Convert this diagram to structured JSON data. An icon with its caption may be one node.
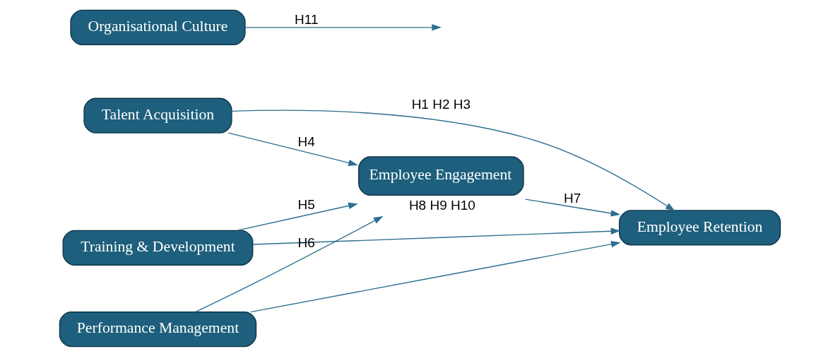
{
  "diagram": {
    "nodes": [
      {
        "text": [
          "Talent Acquisition"
        ]
      },
      {
        "text": [
          "Training & Development"
        ]
      },
      {
        "text": [
          "Performance Management"
        ]
      },
      {
        "text": [
          "Employee Engagement"
        ],
        "beside": [
          "H8 H9 H10"
        ]
      },
      {
        "text": [
          "Employee Retention"
        ]
      },
      {
        "text": [
          "Organisational Culture"
        ]
      }
    ],
    "edges": [
      {
        "from": 0,
        "to": 3,
        "arrow": "to",
        "label": "H4"
      },
      {
        "from": 1,
        "to": 3,
        "arrow": "to",
        "label": "H5"
      },
      {
        "from": 2,
        "to": 3,
        "arrow": "to",
        "label": "H6"
      },
      {
        "from": 3,
        "to": 4,
        "arrow": "to",
        "label": "H7"
      },
      {
        "from": 5,
        "to": null,
        "arrow": "to",
        "label": "H11"
      },
      {
        "from": 0,
        "to": 4,
        "arrow": "to",
        "label": "H1 H2 H3"
      },
      {
        "from": 1,
        "to": 4,
        "arrow": "to"
      },
      {
        "from": 2,
        "to": 4,
        "arrow": "to"
      }
    ]
  }
}
